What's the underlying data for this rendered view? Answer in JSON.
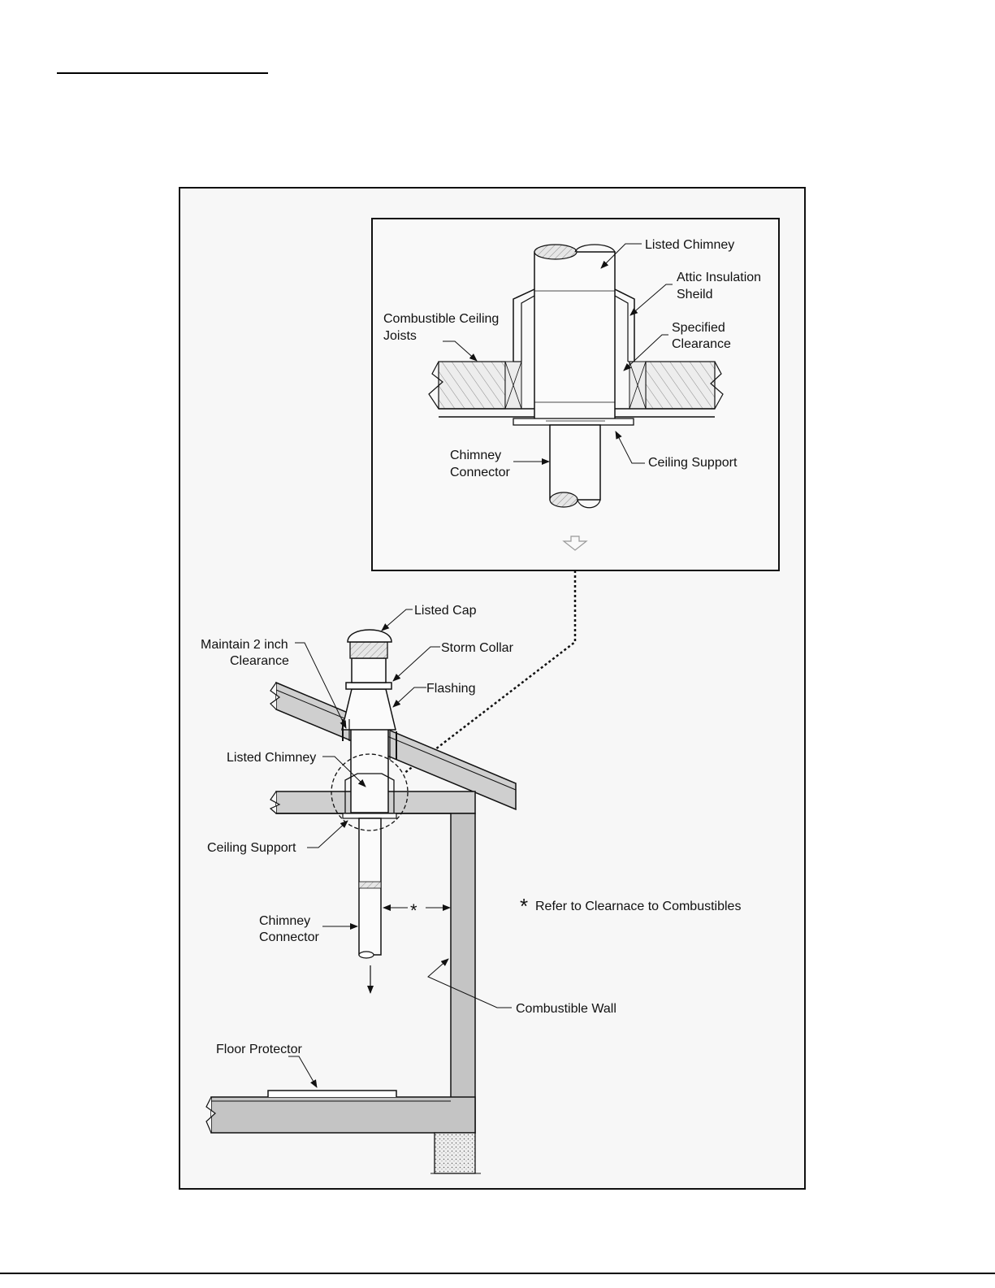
{
  "labels": {
    "inset_listed_chimney": "Listed Chimney",
    "attic_insulation_1": "Attic Insulation",
    "attic_insulation_2": "Sheild",
    "combustible_joists_1": "Combustible Ceiling",
    "combustible_joists_2": "Joists",
    "specified_clearance_1": "Specified",
    "specified_clearance_2": "Clearance",
    "inset_connector_1": "Chimney",
    "inset_connector_2": "Connector",
    "inset_ceiling_support": "Ceiling Support",
    "listed_cap": "Listed Cap",
    "maintain_clearance_1": "Maintain 2 inch",
    "maintain_clearance_2": "Clearance",
    "storm_collar": "Storm Collar",
    "flashing": "Flashing",
    "main_listed_chimney": "Listed Chimney",
    "main_ceiling_support": "Ceiling Support",
    "main_connector_1": "Chimney",
    "main_connector_2": "Connector",
    "clearance_star": "*",
    "note_star": "*",
    "note_text": "Refer to Clearnace to Combustibles",
    "combustible_wall": "Combustible Wall",
    "floor_protector": "Floor Protector"
  },
  "colors": {
    "line": "#111111",
    "frame_fill": "#f7f7f7",
    "wall_gray": "#c4c4c4",
    "hatch": "#777777"
  }
}
